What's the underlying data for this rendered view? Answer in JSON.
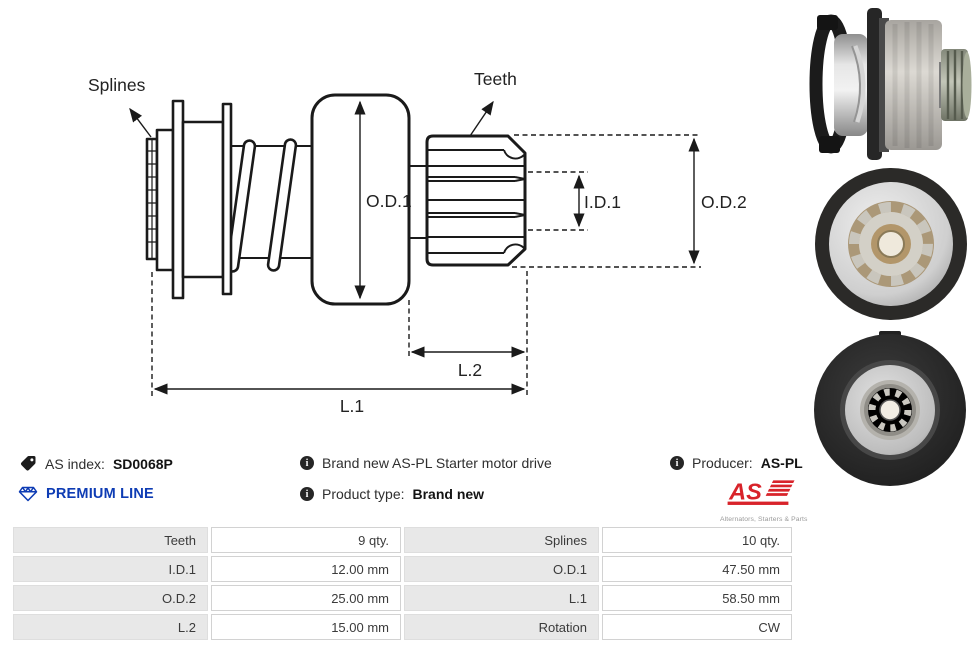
{
  "icons": {
    "info_glyph": "i"
  },
  "drawing": {
    "splines": "Splines",
    "teeth": "Teeth",
    "od1": "O.D.1",
    "id1": "I.D.1",
    "od2": "O.D.2",
    "l1": "L.1",
    "l2": "L.2"
  },
  "info": {
    "as_index_label": "AS index:",
    "as_index_value": "SD0068P",
    "premium_line": "PREMIUM LINE",
    "description": "Brand new AS-PL Starter motor drive",
    "product_type_label": "Product type:",
    "product_type_value": "Brand new",
    "producer_label": "Producer:",
    "producer_value": "AS-PL",
    "logo_text": "AS",
    "logo_tagline": "Alternators, Starters & Parts"
  },
  "colors": {
    "premium_blue": "#0e3cb4",
    "logo_red": "#d8232a",
    "drawing_line": "#1a1a1a",
    "table_label_bg": "#e8e8e8",
    "table_border": "#d2d2d2"
  },
  "spec_table": {
    "rows": [
      {
        "c0": "Teeth",
        "c1": "9 qty.",
        "c2": "Splines",
        "c3": "10 qty."
      },
      {
        "c0": "I.D.1",
        "c1": "12.00 mm",
        "c2": "O.D.1",
        "c3": "47.50 mm"
      },
      {
        "c0": "O.D.2",
        "c1": "25.00 mm",
        "c2": "L.1",
        "c3": "58.50 mm"
      },
      {
        "c0": "L.2",
        "c1": "15.00 mm",
        "c2": "Rotation",
        "c3": "CW"
      }
    ]
  }
}
